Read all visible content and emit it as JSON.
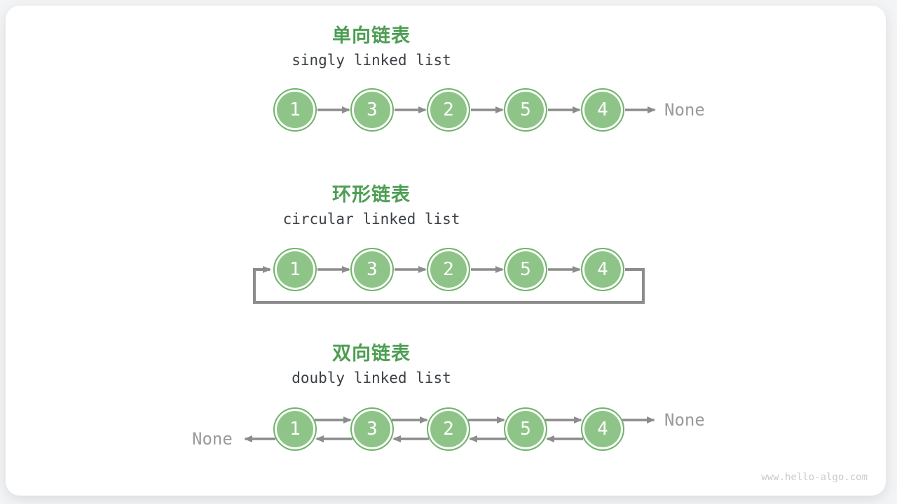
{
  "page": {
    "watermark": "www.hello-algo.com"
  },
  "colors": {
    "title_green": "#4c9e52",
    "node_fill": "#8fc489",
    "node_border": "#71b56b",
    "arrow_gray": "#8c8c8c",
    "none_gray": "#9a9a9a",
    "subtitle_dark": "#3b4045",
    "watermark_gray": "#c9c9c9"
  },
  "sections": [
    {
      "title": "单向链表",
      "subtitle": "singly linked list",
      "nodes": [
        "1",
        "3",
        "2",
        "5",
        "4"
      ],
      "none_right": "None"
    },
    {
      "title": "环形链表",
      "subtitle": "circular linked list",
      "nodes": [
        "1",
        "3",
        "2",
        "5",
        "4"
      ]
    },
    {
      "title": "双向链表",
      "subtitle": "doubly linked list",
      "nodes": [
        "1",
        "3",
        "2",
        "5",
        "4"
      ],
      "none_right": "None",
      "none_left": "None"
    }
  ]
}
